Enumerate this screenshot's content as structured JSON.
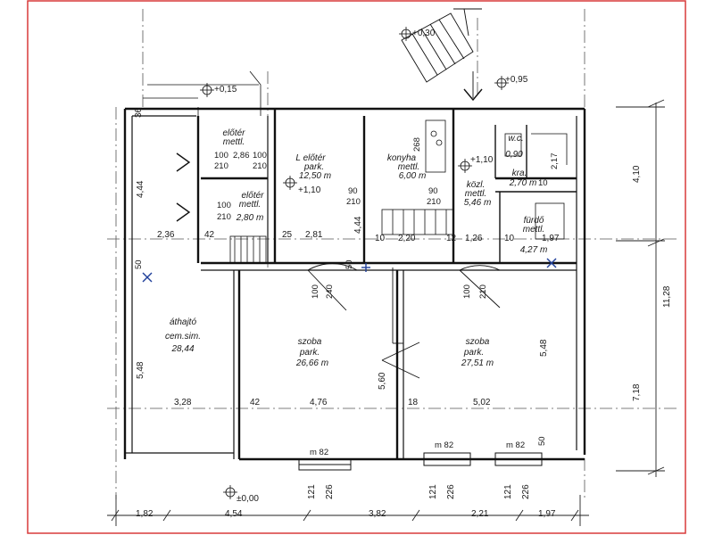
{
  "rooms": {
    "eloter_upper": {
      "name": "előtér",
      "floor": "mettl."
    },
    "eloter_main": {
      "name": "L előtér",
      "floor": "park.",
      "area": "12,50 m"
    },
    "eloter_lower": {
      "name": "előtér",
      "floor": "mettl.",
      "area": "2,80 m"
    },
    "konyha": {
      "name": "konyha",
      "floor": "mettl.",
      "area": "6,00 m"
    },
    "kozl": {
      "name": "közl.",
      "floor": "mettl.",
      "area": "5,46 m"
    },
    "wc": {
      "name": "w.c.",
      "area": "0,90"
    },
    "kra": {
      "name": "kra.",
      "area": "2,70 m"
    },
    "furdo": {
      "name": "fürdő",
      "floor": "mettl.",
      "area": "4,27 m"
    },
    "athajto": {
      "name": "áthajtó",
      "floor": "cem.sim.",
      "area": "28,44"
    },
    "szoba1": {
      "name": "szoba",
      "floor": "park.",
      "area": "26,66 m"
    },
    "szoba2": {
      "name": "szoba",
      "floor": "park.",
      "area": "27,51 m"
    }
  },
  "levels": {
    "l030": "+0,30",
    "l015": "+0,15",
    "l095": "+0,95",
    "l110a": "+1,10",
    "l110b": "+1,10",
    "l000": "±0,00"
  },
  "openings": {
    "d100_210_a": "100",
    "d210_a": "210",
    "d286": "2,86",
    "d100_b": "100",
    "d210_b": "210",
    "d100_c": "100",
    "d210_c": "210",
    "d90_a": "90",
    "d210_d": "210",
    "d90_b": "90",
    "d210_e": "210",
    "d268": "268",
    "d100_szoba1": "100",
    "d240_szoba1": "240",
    "d100_szoba2": "100",
    "d210_szoba2": "210",
    "d217": "2,17",
    "d10_kra": "10",
    "d50_a": "50",
    "d50_b": "50",
    "d50_c": "50",
    "w_m82_a": "m 82",
    "w_m82_b": "m 82",
    "w_m82_c": "m 82"
  },
  "dims": {
    "d236": "2,36",
    "d42_a": "42",
    "d25": "25",
    "d281": "2,81",
    "d444_a": "4,44",
    "d444_b": "4,44",
    "d10_a": "10",
    "d220": "2,20",
    "d12": "12",
    "d126": "1,26",
    "d10_b": "10",
    "d197_a": "1,97",
    "d36": "36",
    "d328": "3,28",
    "d42_b": "42",
    "d476": "4,76",
    "d18": "18",
    "d502": "5,02",
    "d548_a": "5,48",
    "d548_b": "5,48",
    "d560": "5,60",
    "d410": "4,10",
    "d1128": "11,28",
    "d718": "7,18",
    "b182": "1,82",
    "b454": "4,54",
    "b382": "3,82",
    "b221": "2,21",
    "b197": "1,97",
    "p121_a": "121",
    "p226_a": "226",
    "p121_b": "121",
    "p226_b": "226",
    "p121_c": "121",
    "p226_c": "226"
  }
}
